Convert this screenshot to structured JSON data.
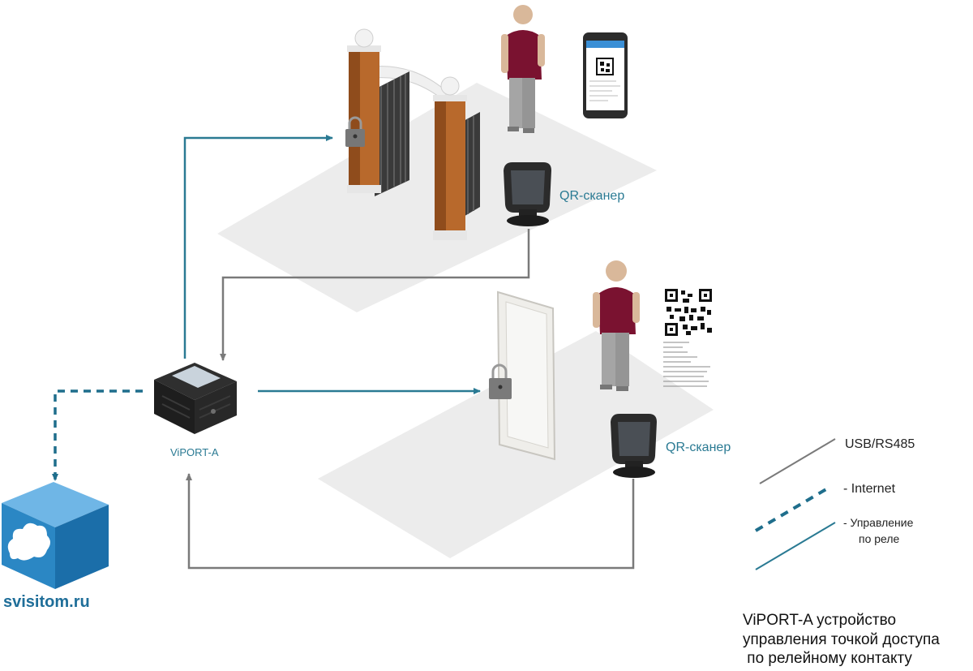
{
  "labels": {
    "qr_scanner_top": "QR-сканер",
    "qr_scanner_bottom": "QR-сканер",
    "viport": "ViPORT-A",
    "site": "svisitom.ru"
  },
  "legend": {
    "usb": "USB/RS485",
    "internet": "- Internet",
    "relay_line1": "- Управление",
    "relay_line2": "по реле"
  },
  "description": {
    "line1": "ViPORT-A устройство",
    "line2": "управления точкой доступа",
    "line3": " по релейному контакту"
  },
  "colors": {
    "relay": "#2a7a93",
    "usb": "#7a7a7a",
    "internet": "#1f6e8c",
    "cloud_box": "#2b87c4",
    "floor": "#ececec"
  },
  "icons": [
    "padlock-icon",
    "qr-scanner-icon",
    "smartphone-icon",
    "qr-code-icon",
    "cloud-icon",
    "person-icon"
  ]
}
